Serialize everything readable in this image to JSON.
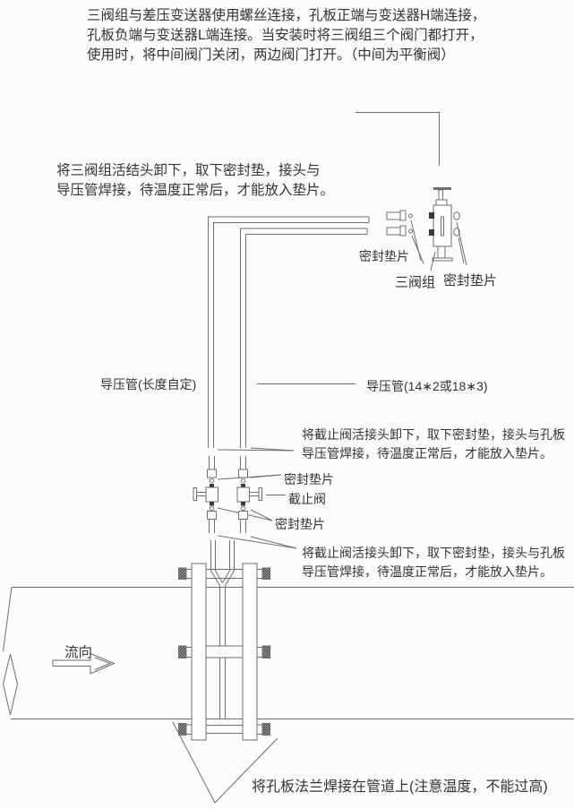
{
  "colors": {
    "line": "#6e6e6e",
    "dark": "#3a3a3a",
    "text": "#333333",
    "background": "#fcfcfe"
  },
  "top_note": {
    "line1": "三阀组与差压变送器使用螺丝连接，孔板正端与变送器H端连接，",
    "line2": "孔板负端与变送器L端连接。当安装时将三阀组三个阀门都打开，",
    "line3": "使用时，将中间阀门关闭，两边阀门打开。（中间为平衡阀）"
  },
  "manifold_note": {
    "line1": "将三阀组活结头卸下，取下密封垫，接头与",
    "line2": "导压管焊接，待温度正常后，才能放入垫片。"
  },
  "stop_valve_note_top": {
    "line1": "将截止阀活接头卸下，取下密封垫，接头与孔板",
    "line2": "导压管焊接，待温度正常后，才能放入垫片。"
  },
  "stop_valve_note_bottom": {
    "line1": "将截止阀活接头卸下，取下密封垫，接头与孔板",
    "line2": "导压管焊接，待温度正常后，才能放入垫片。"
  },
  "labels": {
    "seal_gasket_manifold_left": "密封垫片",
    "three_valve_group": "三阀组",
    "seal_gasket_manifold_right": "密封垫片",
    "impulse_pipe_custom_length": "导压管(长度自定)",
    "impulse_pipe_size": "导压管(14∗2或18∗3)",
    "seal_gasket_upper": "密封垫片",
    "stop_valve": "截止阀",
    "seal_gasket_lower": "密封垫片",
    "flow_direction": "流向",
    "flange_weld_note": "将孔板法兰焊接在管道上(注意温度，不能过高)"
  }
}
